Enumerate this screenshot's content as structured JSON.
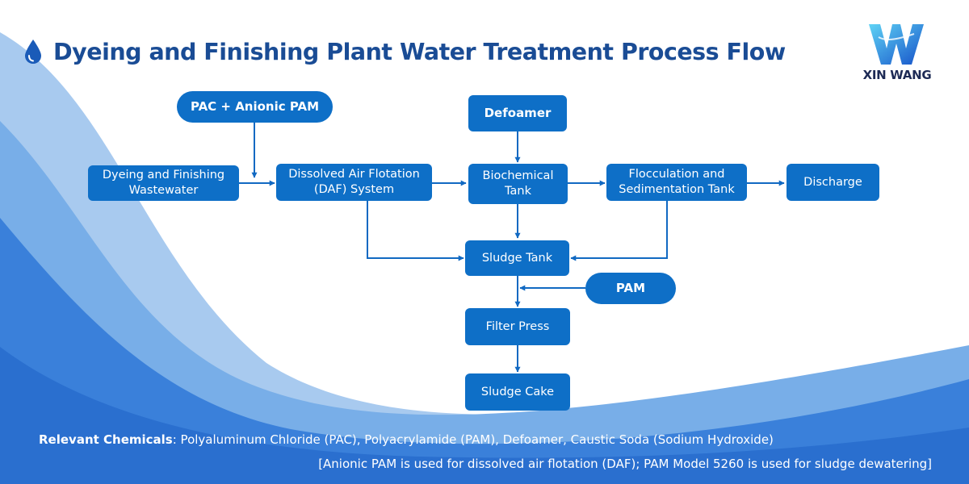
{
  "title": "Dyeing and Finishing Plant Water Treatment Process Flow",
  "logo": {
    "text": "XIN WANG"
  },
  "nodes": {
    "pac_pam": "PAC + Anionic PAM",
    "defoamer": "Defoamer",
    "wastewater": "Dyeing and Finishing Wastewater",
    "daf": "Dissolved Air Flotation (DAF) System",
    "biochemical": "Biochemical Tank",
    "flocculation": "Flocculation and Sedimentation Tank",
    "discharge": "Discharge",
    "sludge_tank": "Sludge Tank",
    "pam": "PAM",
    "filter_press": "Filter Press",
    "sludge_cake": "Sludge Cake"
  },
  "footer": {
    "label": "Relevant Chemicals",
    "chemicals": ": Polyaluminum Chloride (PAC), Polyacrylamide (PAM), Defoamer, Caustic Soda (Sodium Hydroxide)",
    "note": "[Anionic PAM is used for dissolved air flotation (DAF); PAM Model 5260 is used for sludge dewatering]"
  },
  "colors": {
    "box": "#0e6fc7",
    "arrow": "#1169c2",
    "title": "#1a4c95",
    "wave_light": "#a7c9ef",
    "wave_mid": "#6fa6e6",
    "wave_dark": "#2f76d6"
  }
}
